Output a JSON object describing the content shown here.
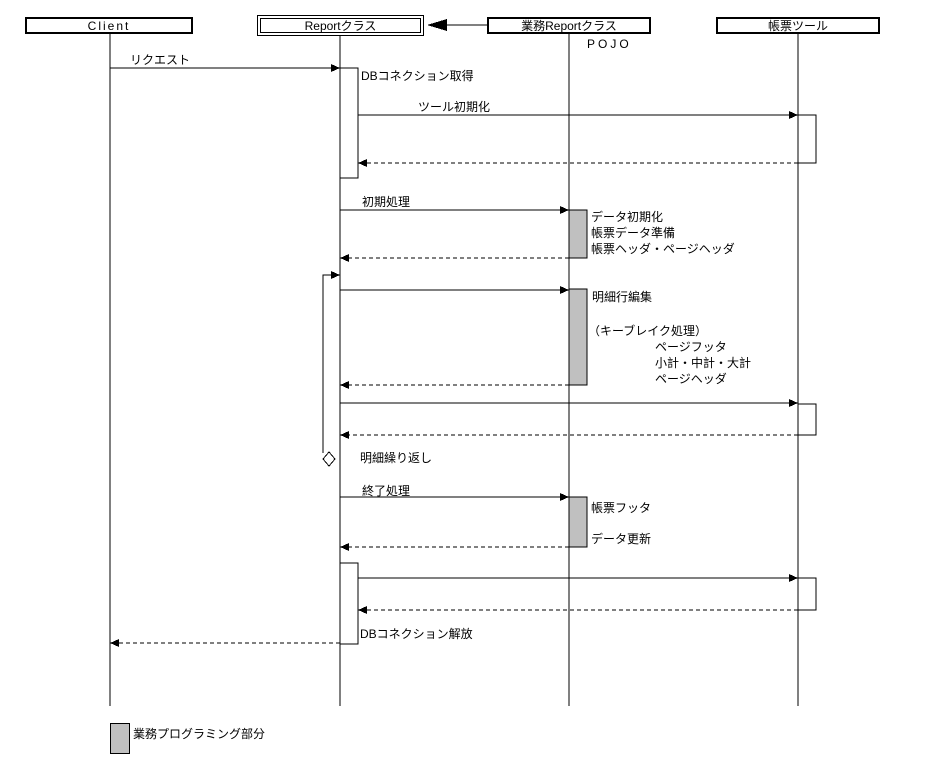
{
  "actors": {
    "client": "Client",
    "report_class": "Reportクラス",
    "gyomu_report_class": "業務Reportクラス",
    "gyomu_report_stereotype": "POJO",
    "chohyo_tool": "帳票ツール"
  },
  "messages": {
    "request": "リクエスト",
    "tool_init": "ツール初期化",
    "init_process": "初期処理",
    "end_process": "終了処理"
  },
  "annotations": {
    "db_connection_get": "DBコネクション取得",
    "data_init": "データ初期化",
    "report_data_prep": "帳票データ準備",
    "report_header_page_header": "帳票ヘッダ・ページヘッダ",
    "detail_row_edit": "明細行編集",
    "key_break": "（キーブレイク処理）",
    "page_footer": "ページフッタ",
    "subtotals": "小計・中計・大計",
    "page_header": "ページヘッダ",
    "report_footer": "帳票フッタ",
    "data_update": "データ更新",
    "db_connection_release": "DBコネクション解放"
  },
  "loop": {
    "label": "明細繰り返し"
  },
  "legend": {
    "label": "業務プログラミング部分"
  },
  "colors": {
    "activation_fill": "#c0c0c0",
    "line": "#000000",
    "background": "#ffffff"
  }
}
